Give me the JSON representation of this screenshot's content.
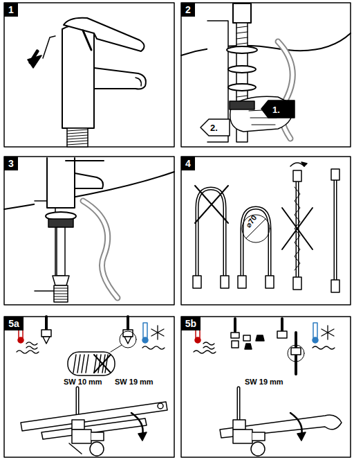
{
  "diagram": {
    "nodes": [
      {
        "text": [
          "1"
        ]
      },
      {
        "text": [
          "2"
        ]
      },
      {
        "text": [
          "3"
        ]
      },
      {
        "text": [
          "4"
        ]
      },
      {
        "text": [
          "5a"
        ]
      },
      {
        "text": [
          "5b"
        ]
      }
    ],
    "labels": [
      "1.",
      "2.",
      "⌀70",
      "SW 10 mm",
      "SW 19 mm",
      "SW 19 mm"
    ]
  }
}
